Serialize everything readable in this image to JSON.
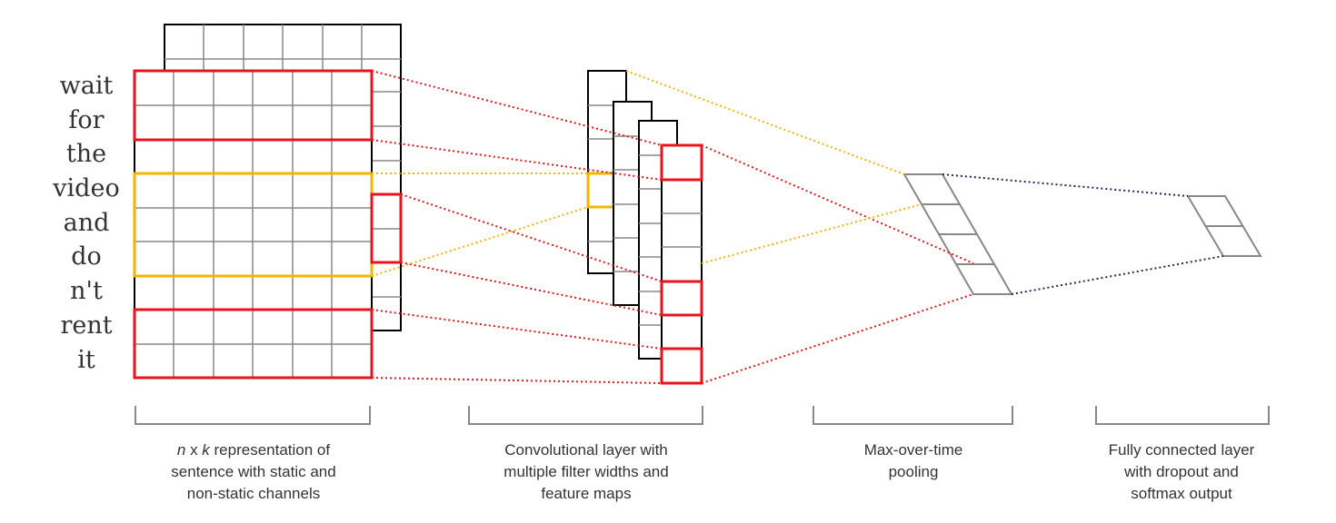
{
  "words": [
    "wait",
    "for",
    "the",
    "video",
    "and",
    "do",
    "n't",
    "rent",
    "it"
  ],
  "captions": {
    "input": {
      "line1_var_n": "n",
      "line1_x": " x ",
      "line1_var_k": "k",
      "line1_rest": " representation of",
      "line2": "sentence with static and",
      "line3": "non-static channels"
    },
    "conv": {
      "line1": "Convolutional layer with",
      "line2": "multiple filter widths and",
      "line3": "feature maps"
    },
    "pool": {
      "line1": "Max-over-time",
      "line2": "pooling"
    },
    "fc": {
      "line1": "Fully connected layer",
      "line2": "with dropout and",
      "line3": "softmax output"
    }
  },
  "colors": {
    "grid": "#888888",
    "outline": "#000000",
    "red": "#e8141b",
    "yellow": "#f5b400",
    "navy": "#1f2a5a",
    "text": "#333333"
  }
}
